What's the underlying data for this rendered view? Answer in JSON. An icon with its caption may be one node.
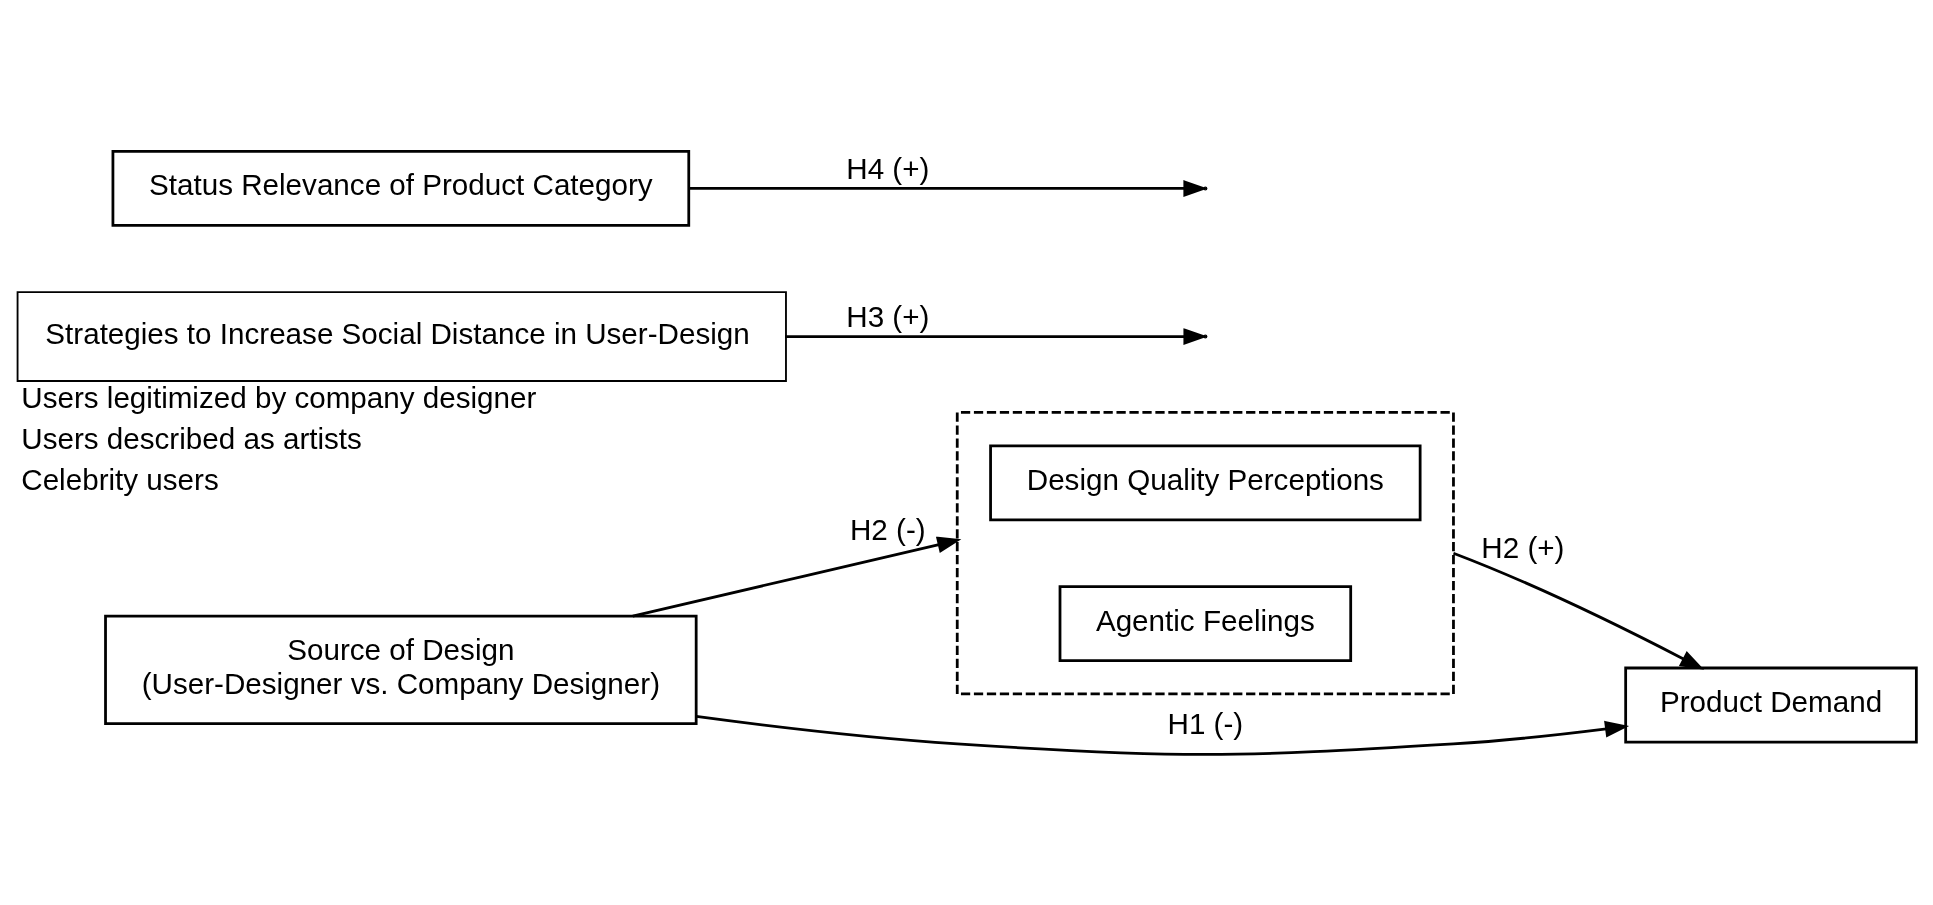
{
  "diagram": {
    "nodes": [
      {
        "text": [
          "Source of Design",
          "(User-Designer vs. Company Designer)"
        ]
      },
      {
        "text": [],
        "shape": "box"
      },
      {
        "text": [
          "Design Quality Perceptions"
        ],
        "in": 1
      },
      {
        "text": [
          "Agentic Feelings"
        ],
        "in": 1
      },
      {
        "text": [
          "Product Demand"
        ]
      },
      {
        "text": [
          "Strategies to Increase Social Distance in User-Design"
        ],
        "beside": [
          "Users legitimized by company designer",
          "Users described as artists",
          "Celebrity users"
        ]
      },
      {
        "text": [
          "Status Relevance of Product Category"
        ]
      }
    ],
    "edges": [
      {
        "from": 0,
        "to": 1,
        "arrow": "to",
        "label": "H2 (-)"
      },
      {
        "from": 1,
        "to": 4,
        "arrow": "to",
        "label": "H2 (+)"
      },
      {
        "from": 0,
        "to": 4,
        "arrow": "to",
        "label": "H1 (-)"
      },
      {
        "from": 5,
        "to": null,
        "arrow": "to",
        "label": "H3 (+)"
      },
      {
        "from": 6,
        "to": null,
        "arrow": "to",
        "label": "H4 (+)"
      }
    ]
  }
}
